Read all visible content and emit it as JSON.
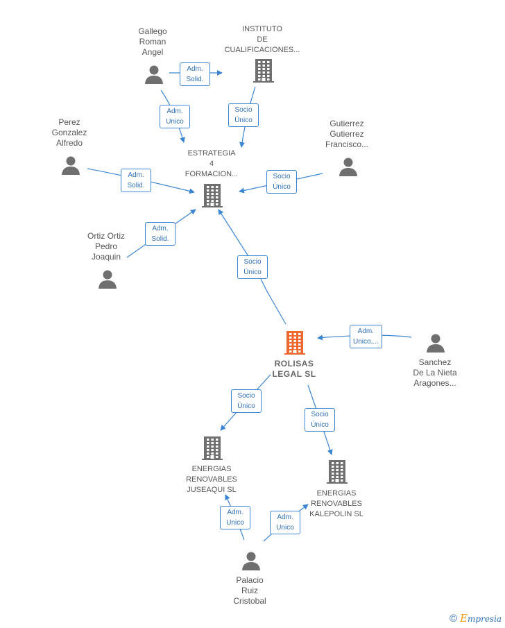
{
  "nodes": {
    "gallego": {
      "lines": [
        "Gallego",
        "Roman",
        "Angel"
      ]
    },
    "instituto": {
      "lines": [
        "INSTITUTO",
        "DE",
        "CUALIFICACIONES..."
      ]
    },
    "perez": {
      "lines": [
        "Perez",
        "Gonzalez",
        "Alfredo"
      ]
    },
    "estrategia": {
      "lines": [
        "ESTRATEGIA",
        "4",
        "FORMACION..."
      ]
    },
    "gutierrez": {
      "lines": [
        "Gutierrez",
        "Gutierrez",
        "Francisco..."
      ]
    },
    "ortiz": {
      "lines": [
        "Ortiz Ortiz",
        "Pedro",
        "Joaquin"
      ]
    },
    "rolisas": {
      "lines": [
        "ROLISAS",
        "LEGAL  SL"
      ]
    },
    "sanchez": {
      "lines": [
        "Sanchez",
        "De La Nieta",
        "Aragones..."
      ]
    },
    "juseaqui": {
      "lines": [
        "ENERGIAS",
        "RENOVABLES",
        "JUSEAQUI  SL"
      ]
    },
    "kalepolin": {
      "lines": [
        "ENERGIAS",
        "RENOVABLES",
        "KALEPOLIN  SL"
      ]
    },
    "palacio": {
      "lines": [
        "Palacio",
        "Ruiz",
        "Cristobal"
      ]
    }
  },
  "edges": {
    "gallego_instituto": {
      "lines": [
        "Adm.",
        "Solid."
      ]
    },
    "gallego_estrategia": {
      "lines": [
        "Adm.",
        "Unico"
      ]
    },
    "instituto_estrategia": {
      "lines": [
        "Socio",
        "Único"
      ]
    },
    "perez_estrategia": {
      "lines": [
        "Adm.",
        "Solid."
      ]
    },
    "gutierrez_estrategia": {
      "lines": [
        "Socio",
        "Único"
      ]
    },
    "ortiz_estrategia": {
      "lines": [
        "Adm.",
        "Solid."
      ]
    },
    "rolisas_estrategia": {
      "lines": [
        "Socio",
        "Único"
      ]
    },
    "sanchez_rolisas": {
      "lines": [
        "Adm.",
        "Unico,..."
      ]
    },
    "rolisas_juseaqui": {
      "lines": [
        "Socio",
        "Único"
      ]
    },
    "rolisas_kalepolin": {
      "lines": [
        "Socio",
        "Único"
      ]
    },
    "palacio_juseaqui": {
      "lines": [
        "Adm.",
        "Unico"
      ]
    },
    "palacio_kalepolin": {
      "lines": [
        "Adm.",
        "Unico"
      ]
    }
  },
  "colors": {
    "edge": "#3a84d1",
    "building": "#6f6f6f",
    "building_main": "#f0672f",
    "person": "#6f6f6f"
  },
  "icons": {
    "person": "person-icon",
    "building": "building-icon"
  },
  "footer": {
    "copyright": "©",
    "brand_first": "E",
    "brand_rest": "mpresia"
  }
}
